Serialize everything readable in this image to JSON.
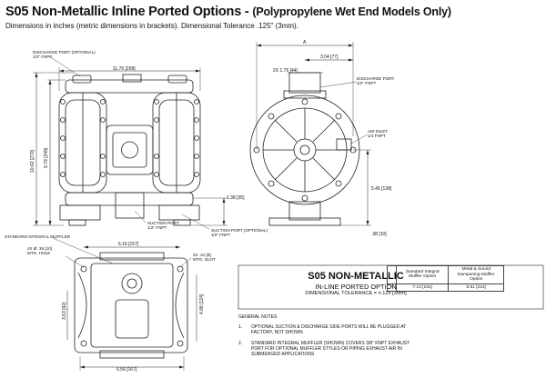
{
  "header": {
    "title": "S05 Non-Metallic Inline Ported Options - ",
    "title_suffix": "(Polypropylene Wet End Models Only)",
    "subtitle": "Dimensions in inches (metric dimensions in brackets). Dimensional Tolerance .125\" (3mm)."
  },
  "front_view": {
    "discharge_port": "DISCHARGE PORT (OPTIONAL)",
    "discharge_thread": "1/2\" FNPT",
    "width_dim": "11.76 [299]",
    "height_dim": "10.62 [270]",
    "inner_height_dim": "9.79 [249]",
    "suction_port": "SUCTION PORT",
    "suction_thread": "1/2\" FNPT",
    "suction_port_opt": "SUCTION PORT (OPTIONAL)",
    "suction_opt_thread": "1/2\" FNPT",
    "foot_dim": "1.38 [35]"
  },
  "side_view": {
    "a_label": "A",
    "top_dim": "3.04 [77]",
    "spacing_dim": "2X 1.75 [44]",
    "discharge_port": "DISCHARGE PORT",
    "discharge_thread": "1/2\" FNPT",
    "air_inlet": "AIR INLET",
    "air_thread": "1/4 FNPT",
    "height_dim": "5.45 [138]",
    "base_dim": ".38 [10]"
  },
  "bottom_view": {
    "muffler": "STANDARD INTEGRAL MUFFLER",
    "mtg_hole": "4X  Ø .36 [10]",
    "mtg_hole_label": "MTG. HOLE",
    "slot": "4X  .31 [8]",
    "slot_label": "MTG. SLOT",
    "top_dim": "6.16 [157]",
    "left_dim": "3.63 [92]",
    "right_dim": "4.88 [124]",
    "bottom_dim": "6.56 [167]"
  },
  "spec": {
    "title": "S05 NON-METALLIC",
    "subtitle": "IN-LINE PORTED OPTION",
    "tolerance": "DIMENSIONAL TOLERANCE = ±.125 [3mm]",
    "table": {
      "col1_header": "Standard Integral Muffler Option",
      "col2_header": "Metal & Sound Dampening Muffler Option",
      "row_label": "A",
      "col1_value": "7.13 [181]",
      "col2_value": "8.81 [224]"
    }
  },
  "notes": {
    "heading": "GENERAL NOTES",
    "items": [
      {
        "num": "1.",
        "line1": "OPTIONAL SUCTION & DISCHARGE SIDE PORTS WILL BE PLUGGED AT",
        "line2": "FACTORY, NOT SHOWN",
        "line3": "",
        "line4": ""
      },
      {
        "num": "2.",
        "line1": "STANDARD INTEGRAL MUFFLER (SHOWN) COVERS 3/8\" FNPT EXHAUST",
        "line2": "PORT FOR OPTIONAL MUFFLER STYLES OR PIPING EXHAUST AIR IN",
        "line3": "SUBMERGED APPLICATIONS",
        "line4": ""
      }
    ]
  }
}
